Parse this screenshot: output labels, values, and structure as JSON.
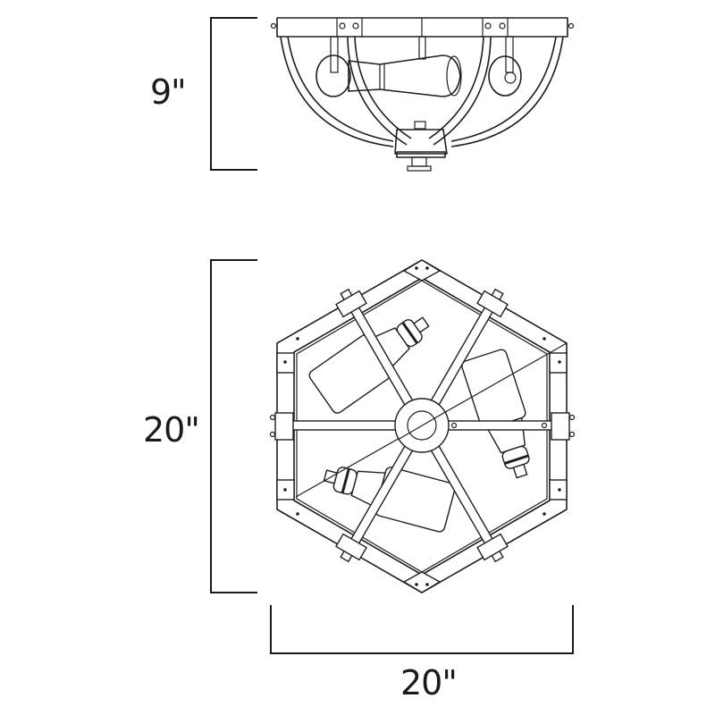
{
  "diagram": {
    "type": "product-dimension-drawing",
    "subject": "hexagonal semi-flush mount ceiling light fixture",
    "views": [
      {
        "name": "side-elevation",
        "dimension_label": "9\"",
        "dimension_axis": "height"
      },
      {
        "name": "top-plan",
        "dimension_label": "20\"",
        "dimension_axis": "depth"
      },
      {
        "name": "top-plan",
        "dimension_label": "20\"",
        "dimension_axis": "width"
      }
    ]
  },
  "dimensions": {
    "height": "9\"",
    "depth": "20\"",
    "width": "20\""
  },
  "colors": {
    "line": "#1e1e1e",
    "background": "#ffffff"
  }
}
